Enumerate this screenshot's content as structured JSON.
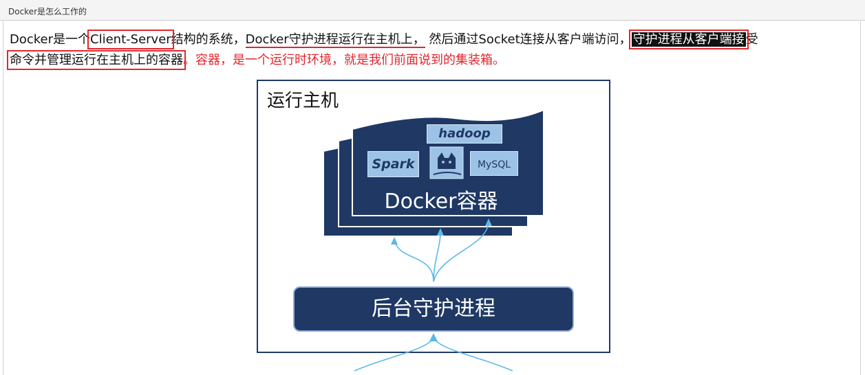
{
  "window": {
    "title": "Docker是怎么工作的"
  },
  "paragraph": {
    "line1": [
      {
        "text": "Docker是一个",
        "style": "plain"
      },
      {
        "text": "Client-Server",
        "style": "boxed"
      },
      {
        "text": "结构的系统，",
        "style": "plain"
      },
      {
        "text": "Docker守护进程运行在主机上，",
        "style": "underline"
      },
      {
        "text": " 然后通过Socket连接从客户端访问，",
        "style": "plain"
      },
      {
        "text": "守护进程从客户端接",
        "style": "highlight"
      },
      {
        "text": "受",
        "style": "plain"
      }
    ],
    "line2": [
      {
        "text": "命令并管理运行在主机上的容器",
        "style": "plain"
      },
      {
        "text": "。容器，是一个运行时环境，就是我们前面说到的集装箱。",
        "style": "red"
      }
    ]
  },
  "diagram": {
    "host_label": "运行主机",
    "container_label": "Docker容器",
    "daemon_label": "后台守护进程",
    "logos": {
      "hadoop": "hadoop",
      "spark": "Spark",
      "tomcat": "tomcat-icon",
      "mysql": "MySQL"
    },
    "colors": {
      "navy": "#1f3864",
      "container_border": "#ffffff",
      "arrow": "#5bb8e8",
      "annotation_red": "#e2262d",
      "logo_bg": "#9cc3e6"
    }
  }
}
